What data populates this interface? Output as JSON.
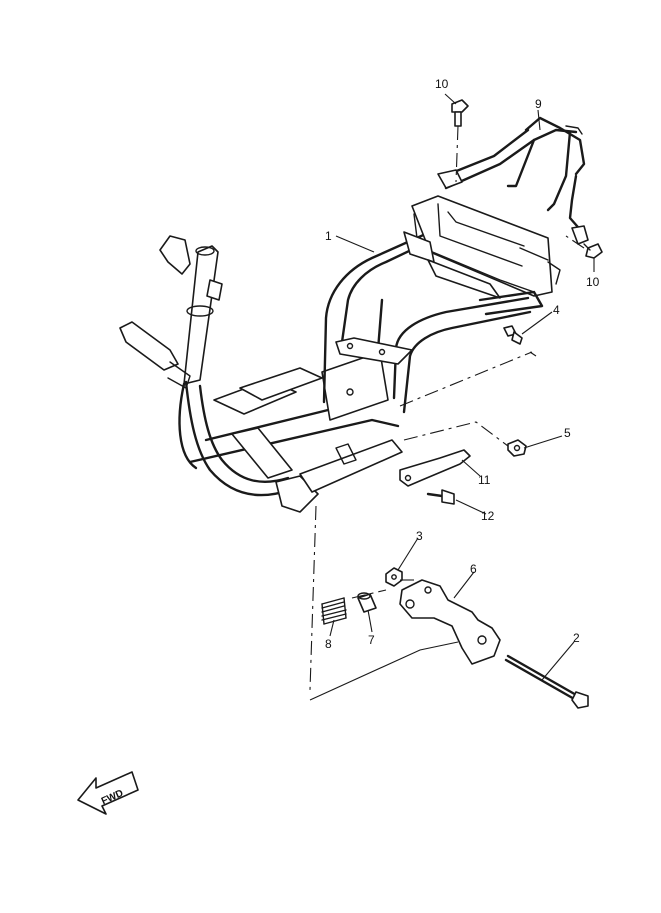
{
  "callouts": {
    "c1": "1",
    "c2": "2",
    "c3": "3",
    "c4": "4",
    "c5": "5",
    "c6": "6",
    "c7": "7",
    "c8": "8",
    "c9": "9",
    "c10a": "10",
    "c10b": "10",
    "c11": "11",
    "c12": "12"
  },
  "fwd_arrow": {
    "label": "FWD",
    "icon": "forward-arrow-icon"
  },
  "colors": {
    "ink": "#1a1a1a",
    "paper": "#ffffff"
  }
}
